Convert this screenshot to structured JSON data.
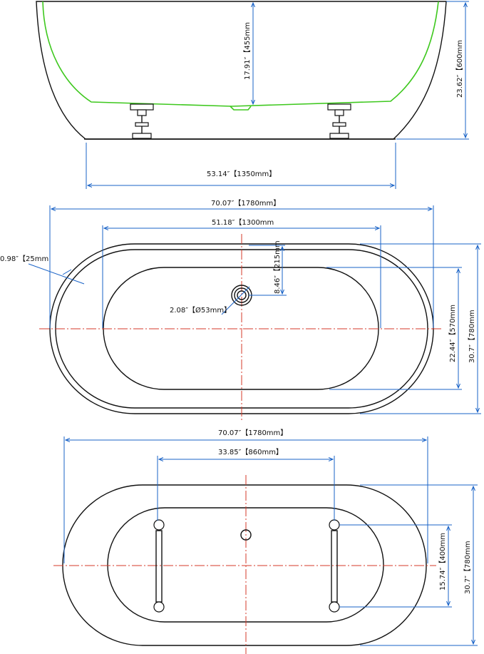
{
  "side_view": {
    "depth": "17.91″【455mm",
    "height": "23.62″【600mm",
    "bottom_length": "53.14″【1350mm】"
  },
  "top_view": {
    "overall_length": "70.07″【1780mm】",
    "inner_length": "51.18″【1300mm",
    "rim": "0.98″【25mm",
    "drain_offset": "8.46″【215mm",
    "drain_diameter": "2.08″【Ø53mm】",
    "inner_width": "22.44″【570mm",
    "overall_width": "30.7″【780mm"
  },
  "bottom_view": {
    "overall_length": "70.07″【1780mm】",
    "feet_spacing_length": "33.85″【860mm】",
    "feet_spacing_width": "15.74″【400mm",
    "overall_width": "30.7″【780mm"
  },
  "colors": {
    "outline": "#111111",
    "dimension": "#1a63c7",
    "centerline": "#d53a2a",
    "inner_basin": "#3ec81e"
  }
}
